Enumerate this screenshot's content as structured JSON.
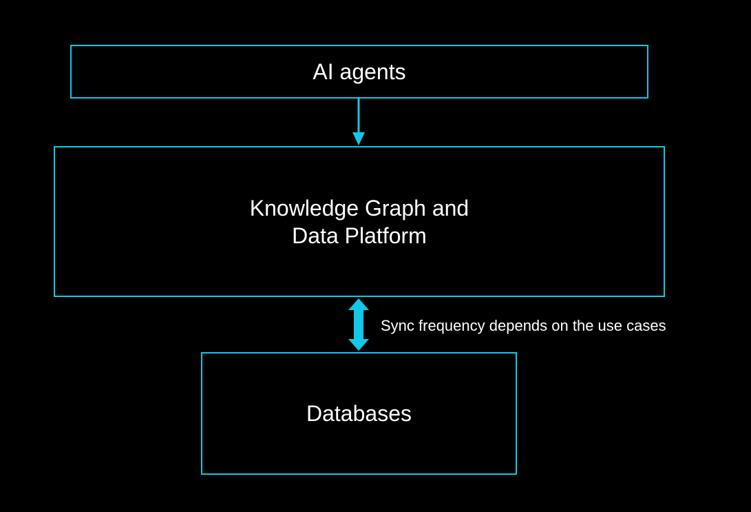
{
  "diagram": {
    "nodes": {
      "agents": {
        "label": "AI agents"
      },
      "knowledge_graph": {
        "label": "Knowledge Graph and\nData Platform"
      },
      "databases": {
        "label": "Databases"
      }
    },
    "edges": [
      {
        "from": "agents",
        "to": "knowledge_graph",
        "direction": "one-way"
      },
      {
        "from": "knowledge_graph",
        "to": "databases",
        "direction": "two-way",
        "label": "Sync frequency depends on the use cases"
      }
    ],
    "colors": {
      "background": "#000000",
      "accent": "#12c8e6",
      "text": "#ffffff"
    }
  }
}
